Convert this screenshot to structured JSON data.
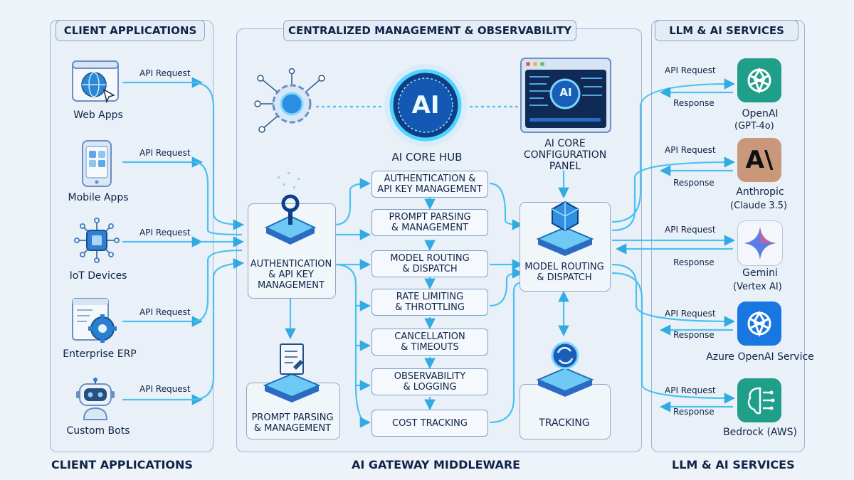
{
  "panels": {
    "client_title": "CLIENT APPLICATIONS",
    "center_title": "CENTRALIZED MANAGEMENT & OBSERVABILITY",
    "llm_title": "LLM & AI SERVICES"
  },
  "footer": {
    "client": "CLIENT APPLICATIONS",
    "center": "AI GATEWAY MIDDLEWARE",
    "llm": "LLM & AI SERVICES"
  },
  "clients": [
    {
      "name": "Web Apps",
      "request": "API Request",
      "icon": "globe-icon"
    },
    {
      "name": "Mobile Apps",
      "request": "API Request",
      "icon": "mobile-icon"
    },
    {
      "name": "IoT Devices",
      "request": "API Request",
      "icon": "chip-icon"
    },
    {
      "name": "Enterprise ERP",
      "request": "API Request",
      "icon": "gear-window-icon"
    },
    {
      "name": "Custom Bots",
      "request": "API Request",
      "icon": "robot-icon"
    }
  ],
  "hub": {
    "badge": "AI",
    "label": "AI CORE HUB"
  },
  "config_panel": {
    "badge": "AI",
    "label": "AI CORE\nCONFIGURATION\nPANEL"
  },
  "auth_platform": {
    "label": "AUTHENTICATION\n& API KEY\nMANAGEMENT"
  },
  "prompt_platform": {
    "label": "PROMPT PARSING\n& MANAGEMENT"
  },
  "routing_platform": {
    "label": "MODEL ROUTING\n& DISPATCH"
  },
  "tracking_platform": {
    "label": "TRACKING"
  },
  "features": [
    "AUTHENTICATION &\nAPI KEY MANAGEMENT",
    "PROMPT PARSING\n& MANAGEMENT",
    "MODEL ROUTING\n& DISPATCH",
    "RATE LIMITING\n& THROTTLING",
    "CANCELLATION\n& TIMEOUTS",
    "OBSERVABILITY\n& LOGGING",
    "COST TRACKING"
  ],
  "services": [
    {
      "name": "OpenAI",
      "sub": "(GPT-4o)",
      "request": "API Request",
      "response": "Response",
      "icon": "openai-icon",
      "color": "#1f9e89"
    },
    {
      "name": "Anthropic",
      "sub": "(Claude 3.5)",
      "request": "API Request",
      "response": "Response",
      "icon": "anthropic-icon",
      "color": "#c9987a"
    },
    {
      "name": "Gemini",
      "sub": "(Vertex AI)",
      "request": "API Request",
      "response": "Response",
      "icon": "gemini-icon",
      "color": "#f4f6fb"
    },
    {
      "name": "Azure OpenAI Service",
      "sub": "",
      "request": "API Request",
      "response": "Response",
      "icon": "azure-openai-icon",
      "color": "#1877e0"
    },
    {
      "name": "Bedrock (AWS)",
      "sub": "",
      "request": "API Request",
      "response": "Response",
      "icon": "bedrock-icon",
      "color": "#1f9e89"
    }
  ],
  "colors": {
    "flow": "#2fb6ea",
    "panel_border": "#9fb4cf",
    "navy": "#0f2447",
    "glow": "#4fd3ff"
  }
}
